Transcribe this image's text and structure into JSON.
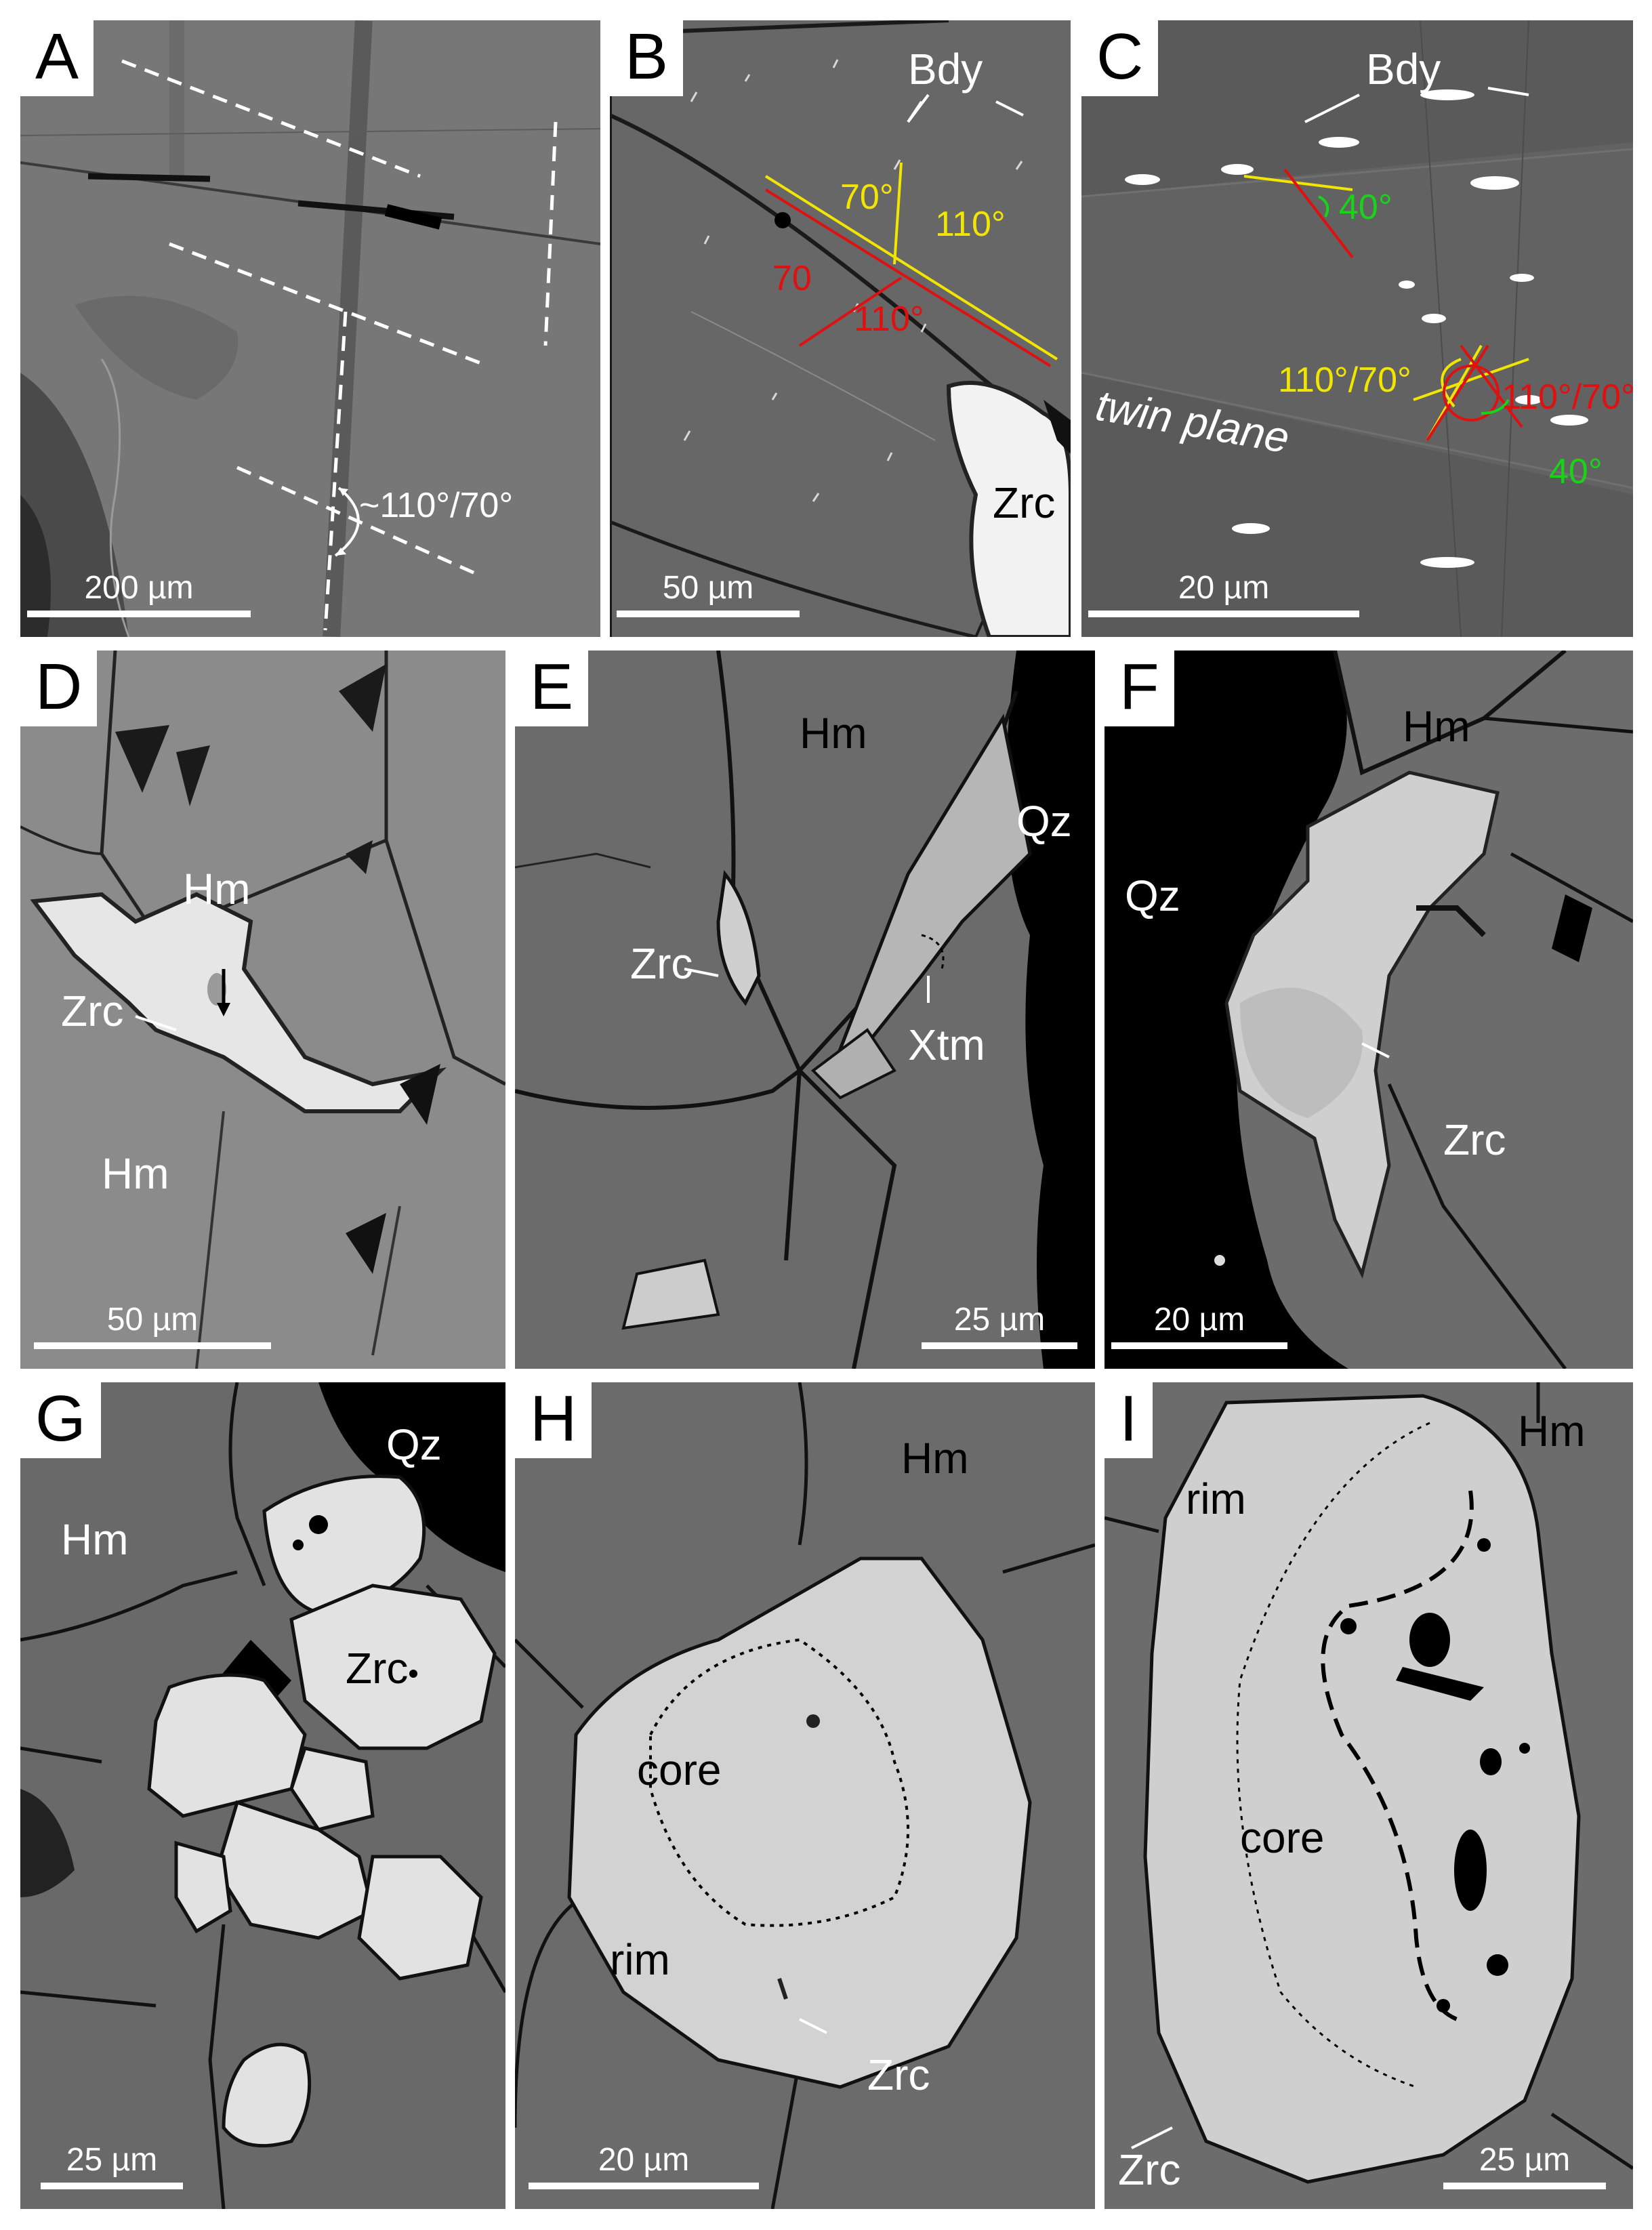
{
  "colors": {
    "yellow": "#f2e600",
    "red": "#e01010",
    "green": "#18d318",
    "scale_bar": "#ffffff"
  },
  "panels": {
    "A": {
      "label": "A",
      "angle": "~110°/70°",
      "scale": "200 µm"
    },
    "B": {
      "label": "B",
      "bdy": "Bdy",
      "a70y": "70°",
      "a110y": "110°",
      "a70r": "70",
      "a110r": "110°",
      "zrc": "Zrc",
      "scale": "50 µm"
    },
    "C": {
      "label": "C",
      "bdy": "Bdy",
      "g40a": "40°",
      "twin": "twin plane",
      "ang_y": "110°/70°",
      "ang_r": "110°/70°",
      "g40b": "40°",
      "scale": "20 µm"
    },
    "D": {
      "label": "D",
      "hm1": "Hm",
      "zrc": "Zrc",
      "hm2": "Hm",
      "scale": "50 µm"
    },
    "E": {
      "label": "E",
      "hm": "Hm",
      "qz": "Qz",
      "zrc": "Zrc",
      "xtm": "Xtm",
      "scale": "25 µm"
    },
    "F": {
      "label": "F",
      "hm": "Hm",
      "qz": "Qz",
      "zrc": "Zrc",
      "scale": "20 µm"
    },
    "G": {
      "label": "G",
      "qz": "Qz",
      "hm": "Hm",
      "zrc": "Zrc",
      "scale": "25 µm"
    },
    "H": {
      "label": "H",
      "hm": "Hm",
      "core": "core",
      "rim": "rim",
      "zrc": "Zrc",
      "scale": "20 µm"
    },
    "I": {
      "label": "I",
      "hm": "Hm",
      "rim": "rim",
      "core": "core",
      "zrc": "Zrc",
      "scale": "25 µm"
    }
  }
}
